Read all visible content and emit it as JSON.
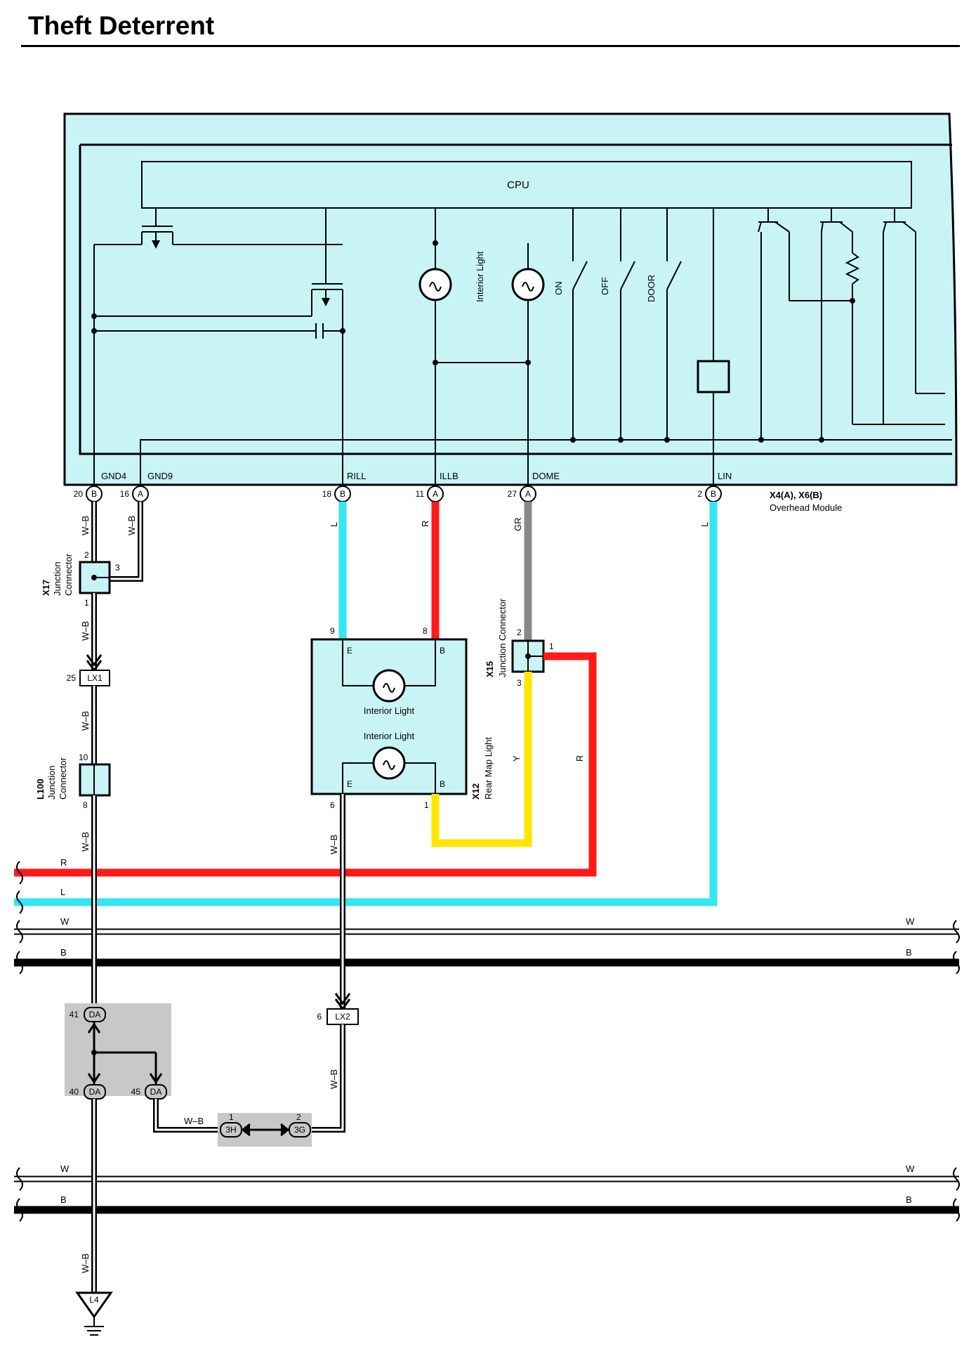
{
  "title": "Theft Deterrent",
  "colors": {
    "module_fill": "#c8f4f6",
    "wire_red": "#ff1a1a",
    "wire_blue": "#33e6f2",
    "wire_gray": "#888888",
    "wire_yellow": "#ffe600",
    "splice_gray": "#c8c8c8"
  },
  "module": {
    "cpu_label": "CPU",
    "interior_light_label": "Interior Light",
    "switches": [
      "ON",
      "OFF",
      "DOOR"
    ],
    "terminals": [
      {
        "name": "GND4",
        "pin": "20",
        "conn": "B"
      },
      {
        "name": "GND9",
        "pin": "16",
        "conn": "A"
      },
      {
        "name": "RILL",
        "pin": "18",
        "conn": "B"
      },
      {
        "name": "ILLB",
        "pin": "11",
        "conn": "A"
      },
      {
        "name": "DOME",
        "pin": "27",
        "conn": "A"
      },
      {
        "name": "LIN",
        "pin": "2",
        "conn": "B"
      }
    ],
    "id": "X4(A), X6(B)",
    "name": "Overhead Module"
  },
  "wire_labels": {
    "gnd4": "W–B",
    "gnd9": "W–B",
    "rill": "L",
    "illb": "R",
    "dome": "GR",
    "lin": "L",
    "x17_down": "W–B",
    "lx1_down": "W–B",
    "l100_down": "W–B",
    "x12_e": "W–B",
    "lx2_down": "W–B",
    "splice_link": "W–B",
    "ground": "W–B",
    "x15_yellow": "Y",
    "x15_red": "R"
  },
  "x17": {
    "id": "X17",
    "line1": "Junction",
    "line2": "Connector",
    "pin_top": "2",
    "pin_side": "3",
    "pin_bottom": "1"
  },
  "lx1": {
    "label": "LX1",
    "pin": "25"
  },
  "l100": {
    "id": "L100",
    "line1": "Junction",
    "line2": "Connector",
    "pin_top": "10",
    "pin_bottom": "8"
  },
  "x12": {
    "id": "X12",
    "name": "Rear Map Light",
    "light1": "Interior Light",
    "light2": "Interior Light",
    "term_e": "E",
    "term_b": "B",
    "pin_9": "9",
    "pin_8": "8",
    "pin_6": "6",
    "pin_1": "1"
  },
  "x15": {
    "id": "X15",
    "name": "Junction Connector",
    "pin_2": "2",
    "pin_1": "1",
    "pin_3": "3"
  },
  "buses": {
    "upper": [
      {
        "left": "R",
        "right": ""
      },
      {
        "left": "L",
        "right": ""
      },
      {
        "left": "W",
        "right": "W"
      },
      {
        "left": "B",
        "right": "B"
      }
    ],
    "lower": [
      {
        "left": "W",
        "right": "W"
      },
      {
        "left": "B",
        "right": "B"
      }
    ]
  },
  "lx2": {
    "label": "LX2",
    "pin": "6"
  },
  "splices": {
    "da41": {
      "label": "DA",
      "pin": "41"
    },
    "da40": {
      "label": "DA",
      "pin": "40"
    },
    "da45": {
      "label": "DA",
      "pin": "45"
    },
    "s3h": {
      "label": "3H",
      "pin": "1"
    },
    "s3g": {
      "label": "3G",
      "pin": "2"
    }
  },
  "ground": {
    "label": "L4"
  }
}
